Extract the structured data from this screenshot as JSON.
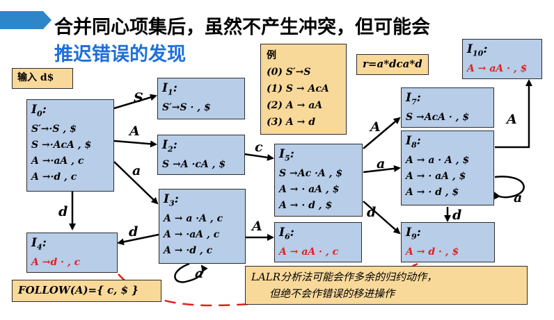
{
  "header": {
    "title_line1": "合并同心项集后，虽然不产生冲突，但可能会",
    "title_line2": "推迟错误的发现"
  },
  "input_box": "输入 d$",
  "example": {
    "heading": "例",
    "rules": [
      "(0) S′→S",
      "(1) S → AcA",
      "(2) A → aA",
      "(3) A → d"
    ]
  },
  "regex": "r=a*dca*d",
  "states": {
    "I0": {
      "name": "I",
      "sub": "0",
      "items": [
        "S′→·S , $",
        "S →·AcA , $",
        "A →·aA , c",
        "A →·d , c"
      ]
    },
    "I1": {
      "name": "I",
      "sub": "1",
      "items": [
        "S′→S · , $"
      ]
    },
    "I2": {
      "name": "I",
      "sub": "2",
      "items": [
        "S →A ·cA , $"
      ]
    },
    "I3": {
      "name": "I",
      "sub": "3",
      "items": [
        "A → a ·A , c",
        "A → ·aA , c",
        "A → ·d , c"
      ]
    },
    "I4": {
      "name": "I",
      "sub": "4",
      "items": [
        "A →d · , c"
      ]
    },
    "I5": {
      "name": "I",
      "sub": "5",
      "items": [
        "S →Ac ·A , $",
        "A → · aA , $",
        "A → · d , $"
      ]
    },
    "I6": {
      "name": "I",
      "sub": "6",
      "items": [
        "A → aA · , c"
      ]
    },
    "I7": {
      "name": "I",
      "sub": "7",
      "items": [
        "S →AcA · , $"
      ]
    },
    "I8": {
      "name": "I",
      "sub": "8",
      "items": [
        "A → a · A , $",
        "A → · aA , $",
        "A → · d , $"
      ]
    },
    "I9": {
      "name": "I",
      "sub": "9",
      "items": [
        "A → d · , $"
      ]
    },
    "I10": {
      "name": "I",
      "sub": "10",
      "items": [
        "A → aA · , $"
      ]
    }
  },
  "transitions": {
    "I0_I1": "S",
    "I0_I2": "A",
    "I0_I3": "a",
    "I0_I4": "d",
    "I2_I5": "c",
    "I3_I4": "d",
    "I3_I6": "A",
    "I3_I3": "a",
    "I5_I7": "A",
    "I5_I8": "a",
    "I5_I9": "d",
    "I8_I10": "A",
    "I8_I9": "d",
    "I8_I8": "a"
  },
  "follow": "FOLLOW(A)={ c, $ }",
  "lalr_note": {
    "line1": "LALR分析法可能会作多余的归约动作，",
    "line2": "但绝不会作错误的移进操作"
  },
  "colors": {
    "state_fill": "#b7cde8",
    "note_fill": "#f9d99a",
    "title_blue": "#1e6fd9",
    "accent_red": "#e0201c",
    "banner": "#2e86c8"
  }
}
